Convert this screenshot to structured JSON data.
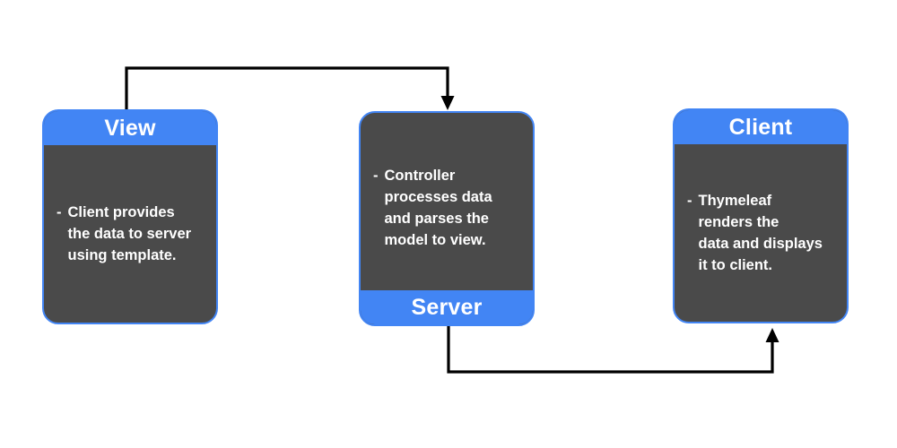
{
  "diagram": {
    "bullet_marker": "-",
    "boxes": [
      {
        "id": "view",
        "title": "View",
        "title_position": "top",
        "text": "Client provides\nthe data to server\nusing template."
      },
      {
        "id": "server",
        "title": "Server",
        "title_position": "bottom",
        "text": "Controller\nprocesses data\nand parses the\nmodel to view."
      },
      {
        "id": "client",
        "title": "Client",
        "title_position": "top",
        "text": "Thymeleaf\nrenders the\ndata and displays\nit to client."
      }
    ],
    "connectors": [
      {
        "name": "view-to-server",
        "from": "View",
        "to": "Server"
      },
      {
        "name": "server-to-client",
        "from": "Server",
        "to": "Client"
      }
    ],
    "colors": {
      "accent_blue": "#4285f4",
      "body_gray": "#4a4a4a",
      "arrow_black": "#000000",
      "text_white": "#ffffff",
      "background": "#ffffff"
    }
  }
}
